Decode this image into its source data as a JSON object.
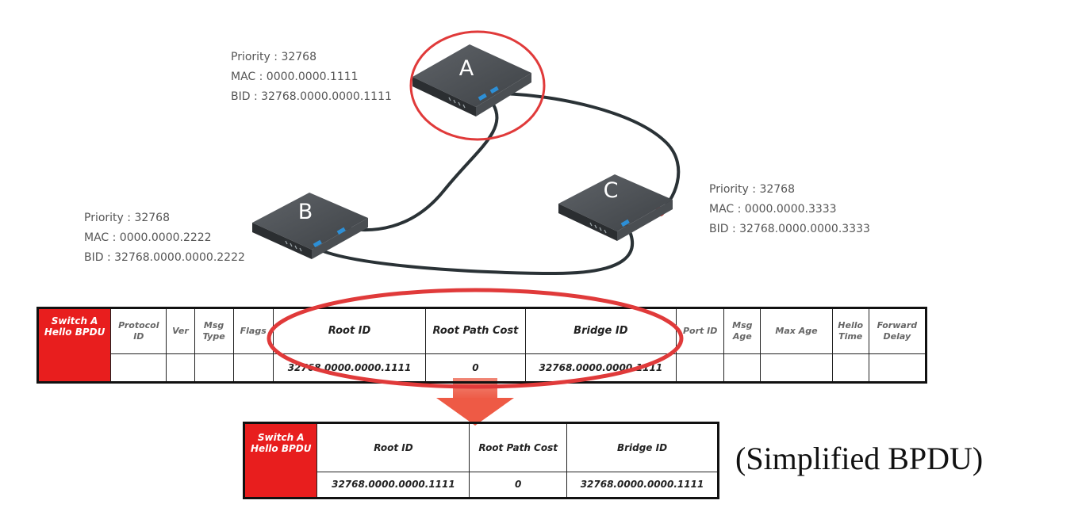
{
  "switches": [
    {
      "id": "A",
      "label": "A",
      "priority": "Priority : 32768",
      "mac": "MAC : 0000.0000.1111",
      "bid": "BID : 32768.0000.0000.1111",
      "is_root_highlighted": true
    },
    {
      "id": "B",
      "label": "B",
      "priority": "Priority : 32768",
      "mac": "MAC : 0000.0000.2222",
      "bid": "BID : 32768.0000.0000.2222"
    },
    {
      "id": "C",
      "label": "C",
      "priority": "Priority : 32768",
      "mac": "MAC : 0000.0000.3333",
      "bid": "BID : 32768.0000.0000.3333"
    }
  ],
  "links": [
    {
      "from": "A",
      "to": "B"
    },
    {
      "from": "A",
      "to": "C"
    },
    {
      "from": "B",
      "to": "C"
    }
  ],
  "full_bpdu": {
    "title_line1": "Switch A",
    "title_line2": "Hello BPDU",
    "headers": {
      "protocol_id_1": "Protocol",
      "protocol_id_2": "ID",
      "ver": "Ver",
      "msg_type_1": "Msg",
      "msg_type_2": "Type",
      "flags": "Flags",
      "root_id": "Root ID",
      "root_path_cost": "Root Path Cost",
      "bridge_id": "Bridge ID",
      "port_id": "Port ID",
      "msg_age_1": "Msg",
      "msg_age_2": "Age",
      "max_age": "Max Age",
      "hello_time_1": "Hello",
      "hello_time_2": "Time",
      "forward_delay_1": "Forward",
      "forward_delay_2": "Delay"
    },
    "values": {
      "root_id": "32768.0000.0000.1111",
      "root_path_cost": "0",
      "bridge_id": "32768.0000.0000.1111"
    }
  },
  "simplified_bpdu": {
    "title_line1": "Switch A",
    "title_line2": "Hello BPDU",
    "headers": {
      "root_id": "Root ID",
      "root_path_cost": "Root Path Cost",
      "bridge_id": "Bridge ID"
    },
    "values": {
      "root_id": "32768.0000.0000.1111",
      "root_path_cost": "0",
      "bridge_id": "32768.0000.0000.1111"
    }
  },
  "caption": "(Simplified BPDU)",
  "colors": {
    "highlight": "#e03a3a",
    "title_cell": "#e81e1e",
    "cable": "#2a3236",
    "port": "#2d8fd6",
    "down_port": "#e0201c"
  }
}
